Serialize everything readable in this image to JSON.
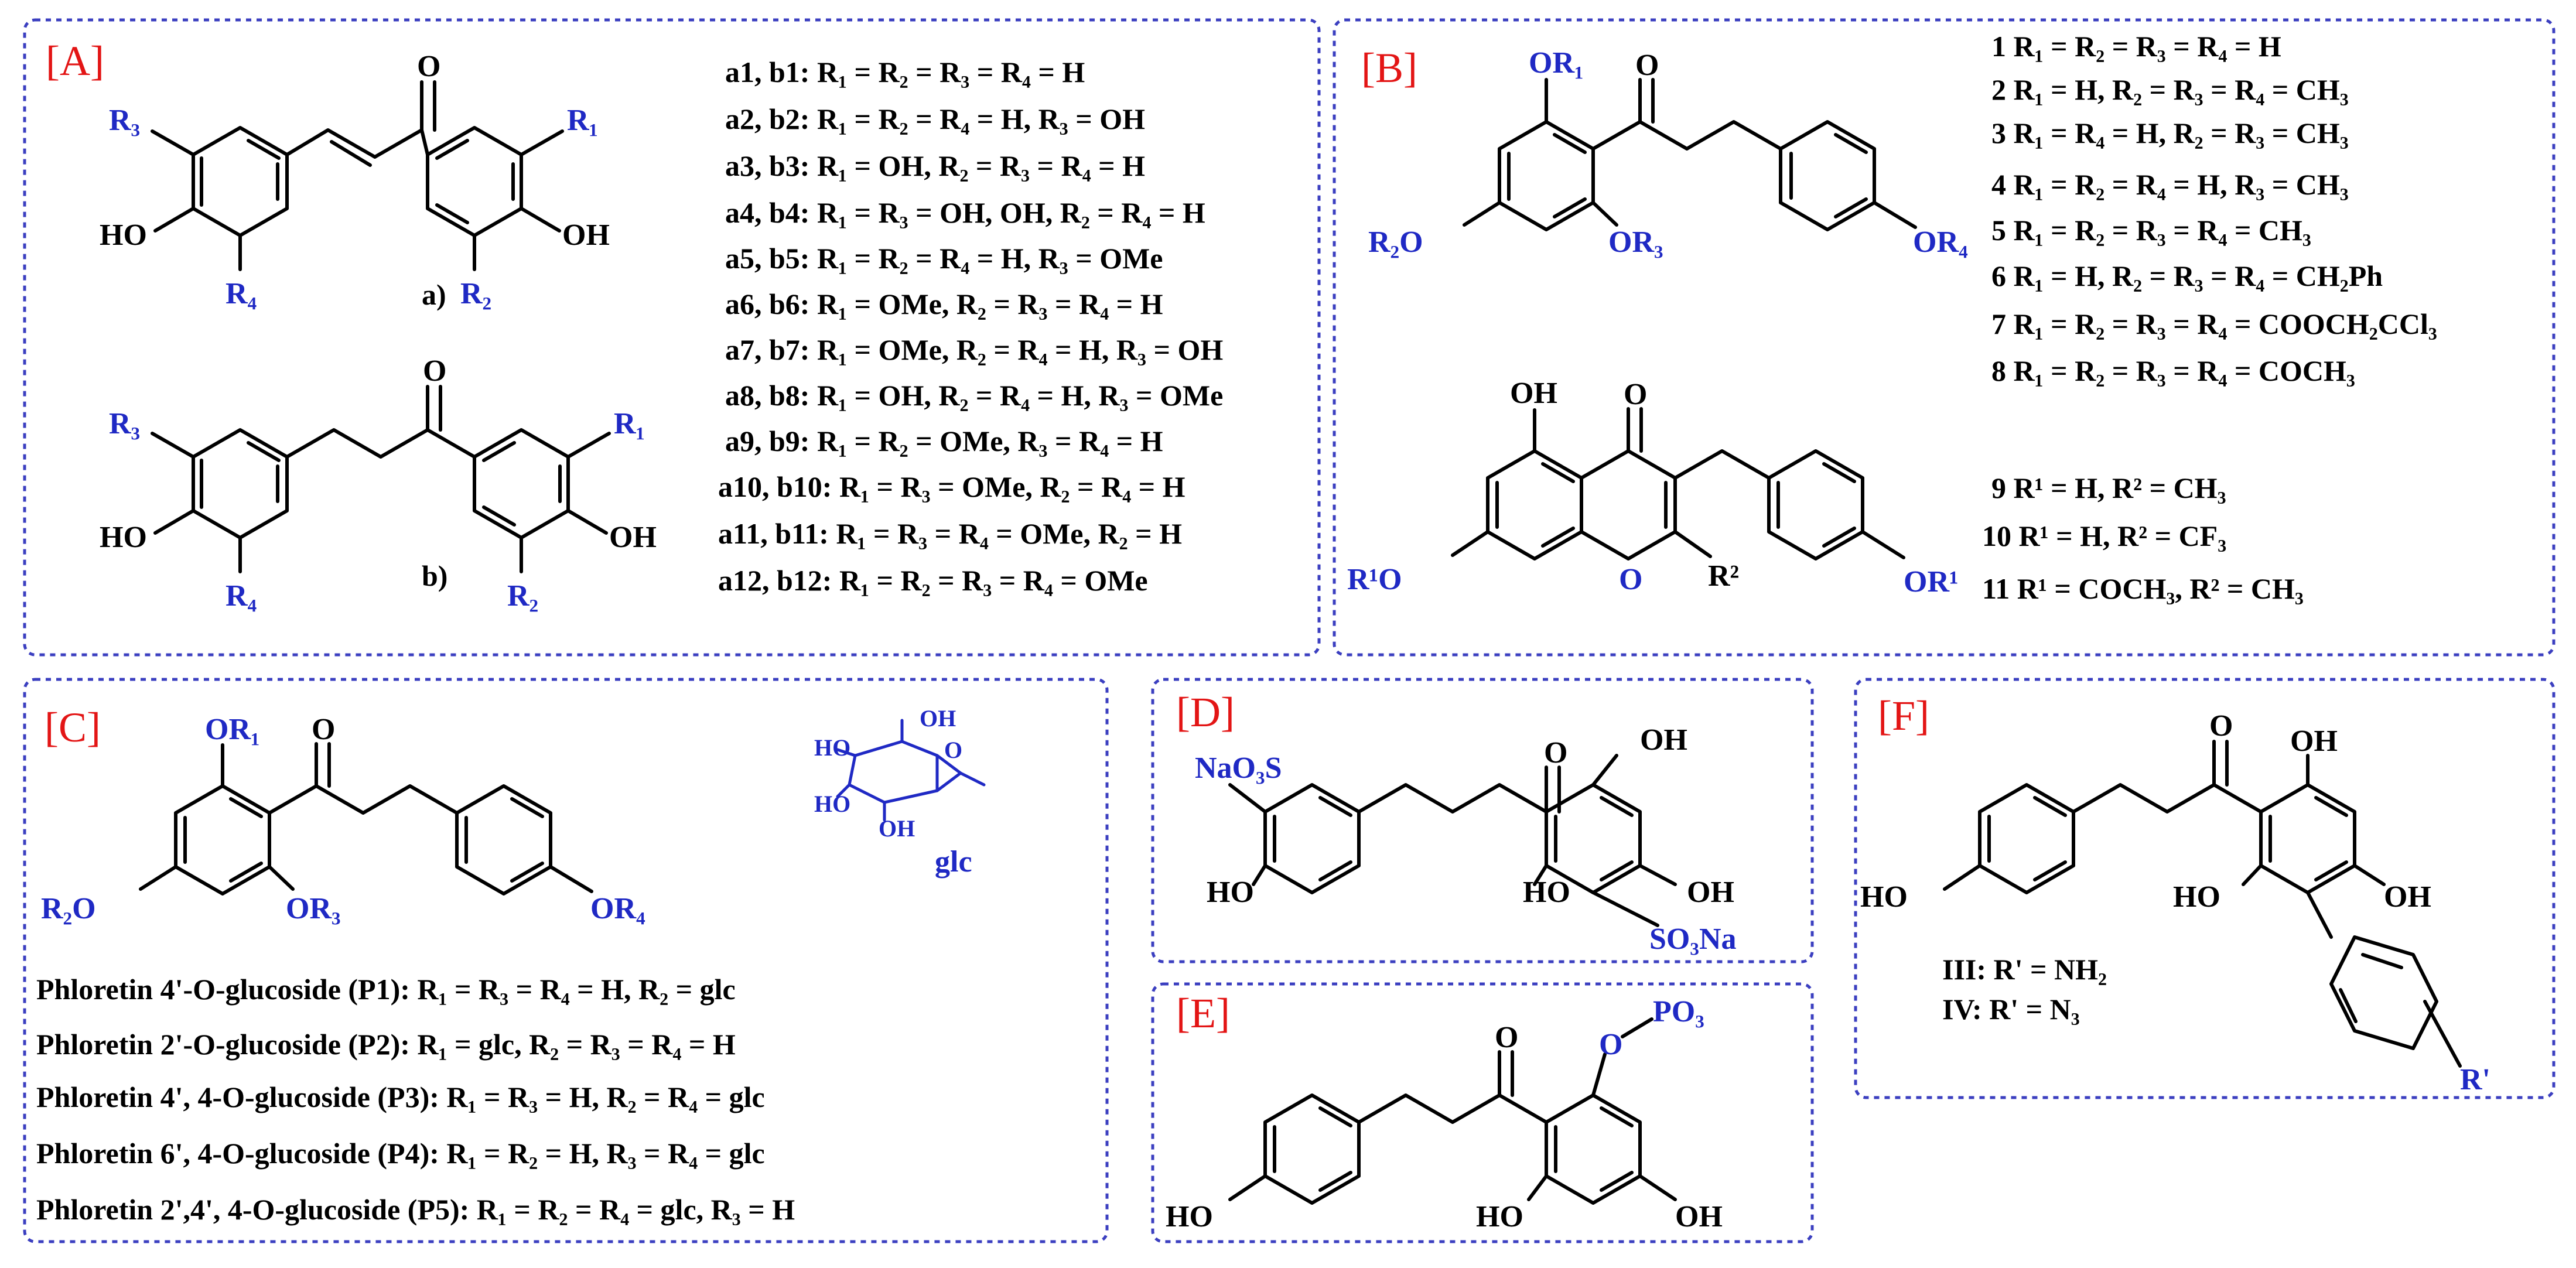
{
  "panels": {
    "A": {
      "tag": "[A]",
      "structure_a_label": "a)",
      "structure_b_label": "b)",
      "legend": [
        "a1, b1: R₁ = R₂ = R₃ = R₄ = H",
        "a2, b2: R₁ = R₂ = R₄ = H, R₃ = OH",
        "a3, b3: R₁ = OH, R₂ = R₃ = R₄ = H",
        "a4, b4: R₁ = R₃ = OH, OH, R₂ = R₄ = H",
        "a5, b5: R₁ = R₂ = R₄ = H, R₃ = OMe",
        "a6, b6: R₁ = OMe, R₂ = R₃ = R₄ = H",
        "a7, b7: R₁ = OMe, R₂ = R₄ = H, R₃ = OH",
        "a8, b8: R₁ = OH, R₂ = R₄ = H, R₃ = OMe",
        "a9, b9: R₁ = R₂ = OMe,  R₃ = R₄ = H",
        "a10, b10: R₁ = R₃ = OMe,  R₂ = R₄ = H",
        "a11, b11: R₁ = R₃ = R₄ = OMe,  R₂ = H",
        "a12, b12: R₁ = R₂ = R₃ = R₄ = OMe"
      ]
    },
    "B": {
      "tag": "[B]",
      "legend_top": [
        "1  R₁ = R₂ = R₃ = R₄ = H",
        "2  R₁ = H, R₂ = R₃ = R₄ = CH₃",
        "3  R₁ = R₄ = H, R₂ = R₃ = CH₃",
        "4  R₁ = R₂ = R₄ = H, R₃ = CH₃",
        "5  R₁ = R₂ = R₃ = R₄ = CH₃",
        "6  R₁ = H, R₂ = R₃ = R₄ = CH₂Ph",
        "7  R₁ = R₂ = R₃ = R₄ = COOCH₂CCl₃",
        "8  R₁ = R₂ = R₃ = R₄ = COCH₃"
      ],
      "legend_bottom": [
        "9  R¹ = H, R² = CH₃",
        "10  R¹ = H, R² = CF₃",
        "11  R¹ = COCH₃, R² = CH₃"
      ]
    },
    "C": {
      "tag": "[C]",
      "glc_label": "glc",
      "legend": [
        "Phloretin 4'-O-glucoside (P1):  R₁ = R₃ = R₄ = H, R₂ = glc",
        "Phloretin 2'-O-glucoside (P2): R₁ = glc, R₂ = R₃ = R₄ = H",
        "Phloretin 4', 4-O-glucoside (P3): R₁ = R₃ = H, R₂ = R₄ = glc",
        "Phloretin 6', 4-O-glucoside (P4): R₁ = R₂ = H, R₃ = R₄ = glc",
        "Phloretin 2',4', 4-O-glucoside (P5): R₁ = R₂ = R₄ = glc, R₃ = H"
      ]
    },
    "D": {
      "tag": "[D]"
    },
    "E": {
      "tag": "[E]"
    },
    "F": {
      "tag": "[F]",
      "legend": [
        "III: R' = NH₂",
        "IV: R' = N₃"
      ]
    }
  },
  "atoms": {
    "OH": "OH",
    "HO": "HO",
    "O": "O",
    "R1": "R₁",
    "R2": "R₂",
    "R3": "R₃",
    "R4": "R₄",
    "OR1": "OR₁",
    "OR3": "OR₃",
    "OR4": "OR₄",
    "R2O": "R₂O",
    "R1O_sup": "R¹O",
    "OR1_sup": "OR¹",
    "R2_sup": "R²",
    "NaO3S": "NaO₃S",
    "SO3Na": "SO₃Na",
    "PO3": "PO₃",
    "Rprime": "R'"
  },
  "colors": {
    "frame": "#3b3fc0",
    "tag": "#e31515",
    "substituent": "#1f29c4",
    "bond": "#000000"
  }
}
